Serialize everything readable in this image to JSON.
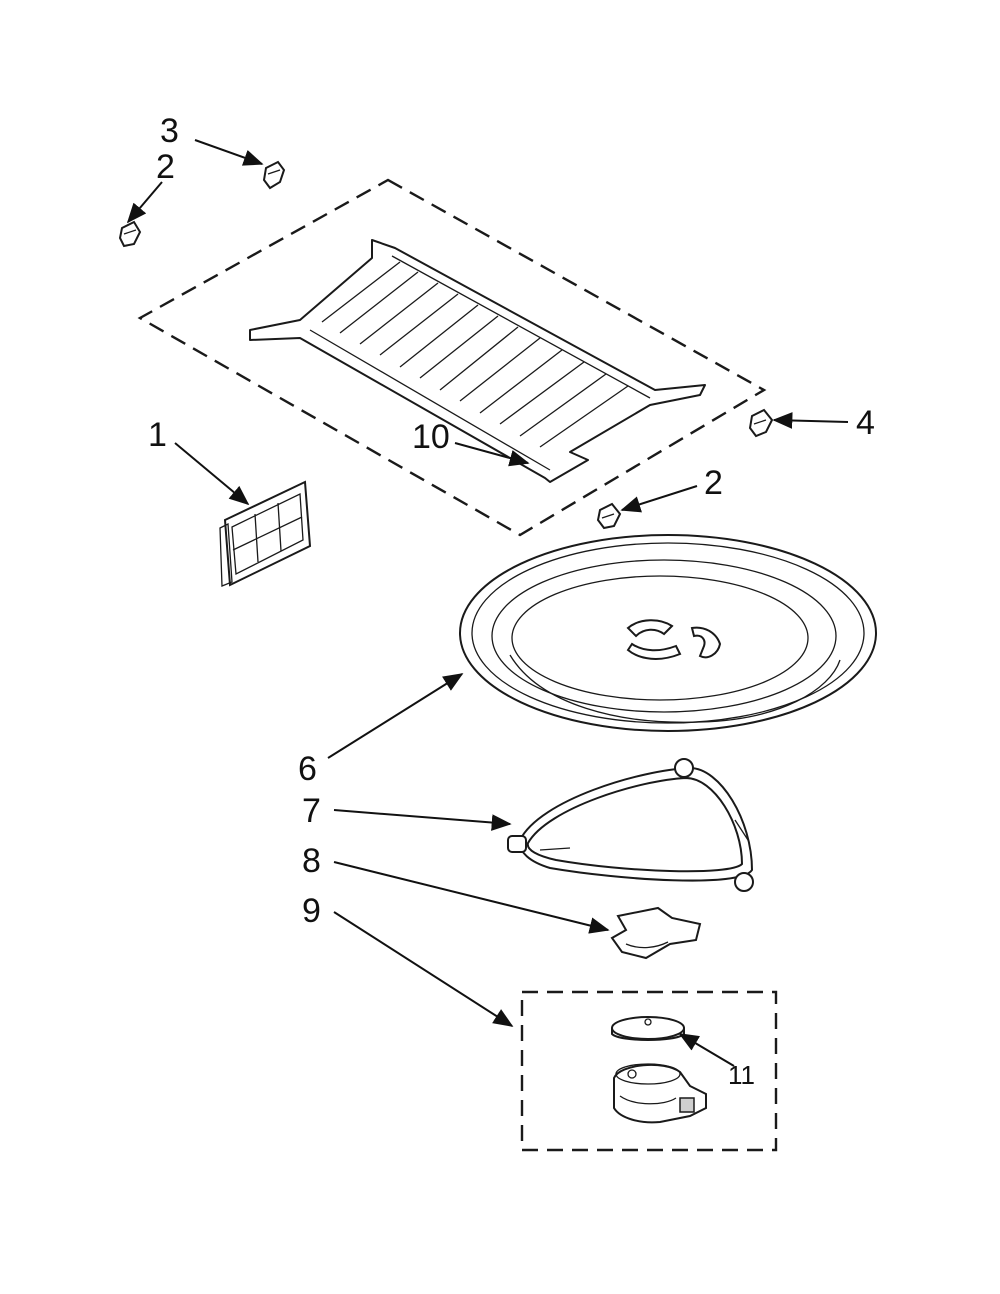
{
  "diagram": {
    "callouts": {
      "c1": "1",
      "c2a": "2",
      "c2b": "2",
      "c3": "3",
      "c4": "4",
      "c6": "6",
      "c7": "7",
      "c8": "8",
      "c9": "9",
      "c10": "10",
      "c11": "11"
    },
    "colors": {
      "ink": "#1a1a1a",
      "background": "#ffffff"
    }
  }
}
